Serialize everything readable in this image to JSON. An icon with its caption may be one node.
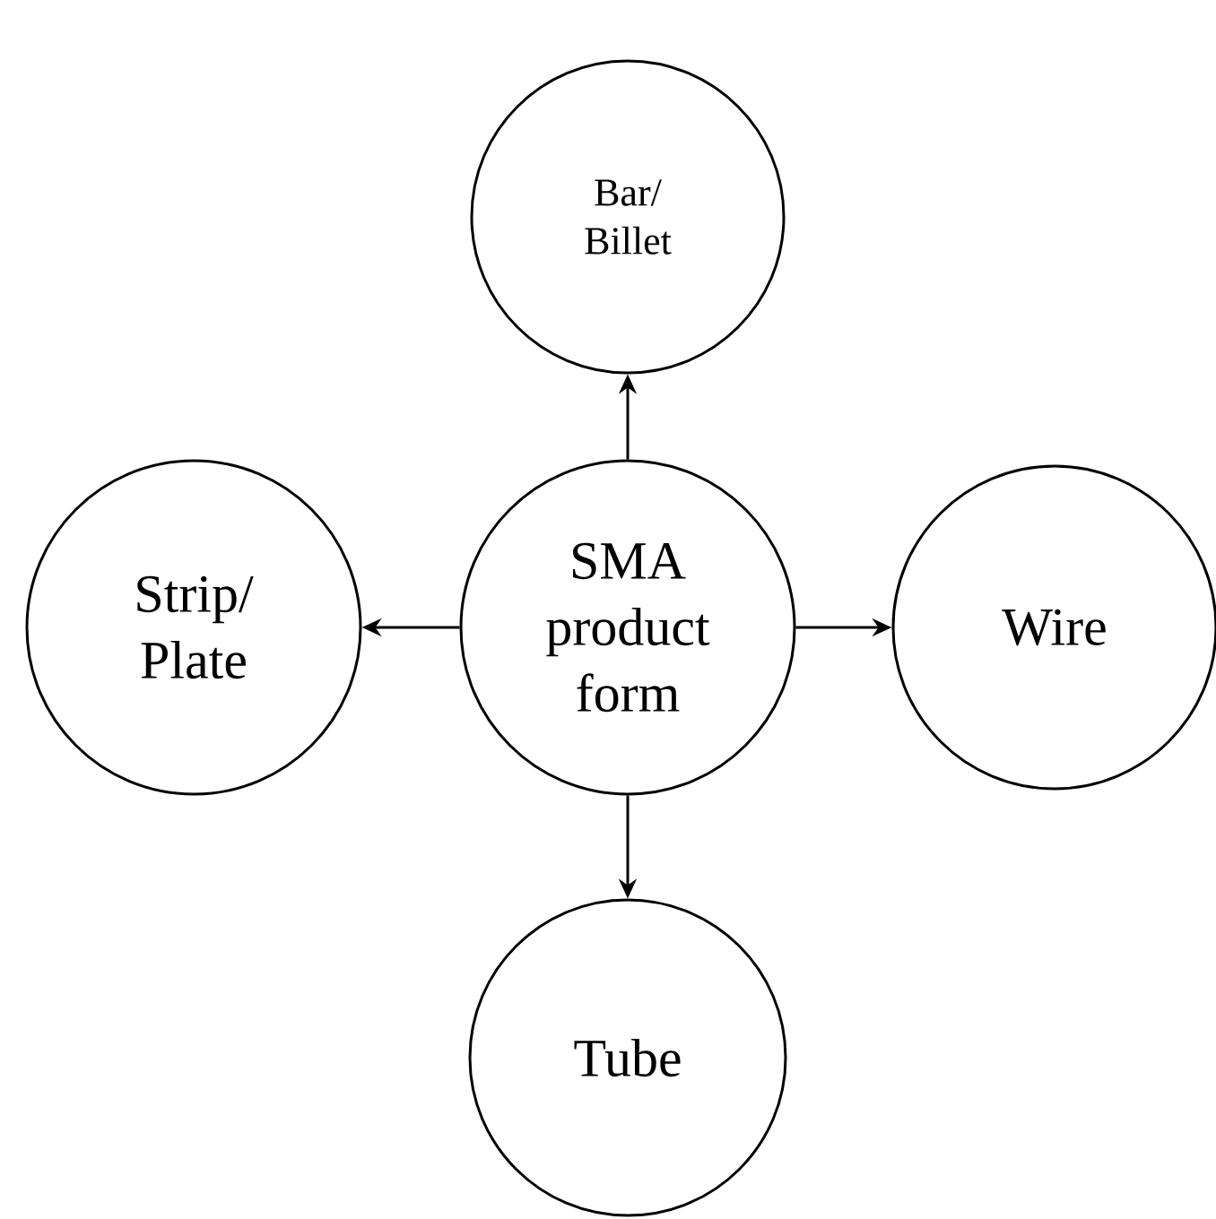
{
  "diagram": {
    "nodes": [
      {
        "text": [
          "SMA product form"
        ]
      },
      {
        "text": [
          "Bar/ Billet"
        ]
      },
      {
        "text": [
          "Strip/ Plate"
        ]
      },
      {
        "text": [
          "Wire"
        ]
      },
      {
        "text": [
          "Tube"
        ]
      }
    ],
    "edges": [
      {
        "from": 0,
        "to": 1,
        "arrow": "to"
      },
      {
        "from": 0,
        "to": 2,
        "arrow": "to"
      },
      {
        "from": 0,
        "to": 3,
        "arrow": "to"
      },
      {
        "from": 0,
        "to": 4,
        "arrow": "to"
      }
    ]
  }
}
